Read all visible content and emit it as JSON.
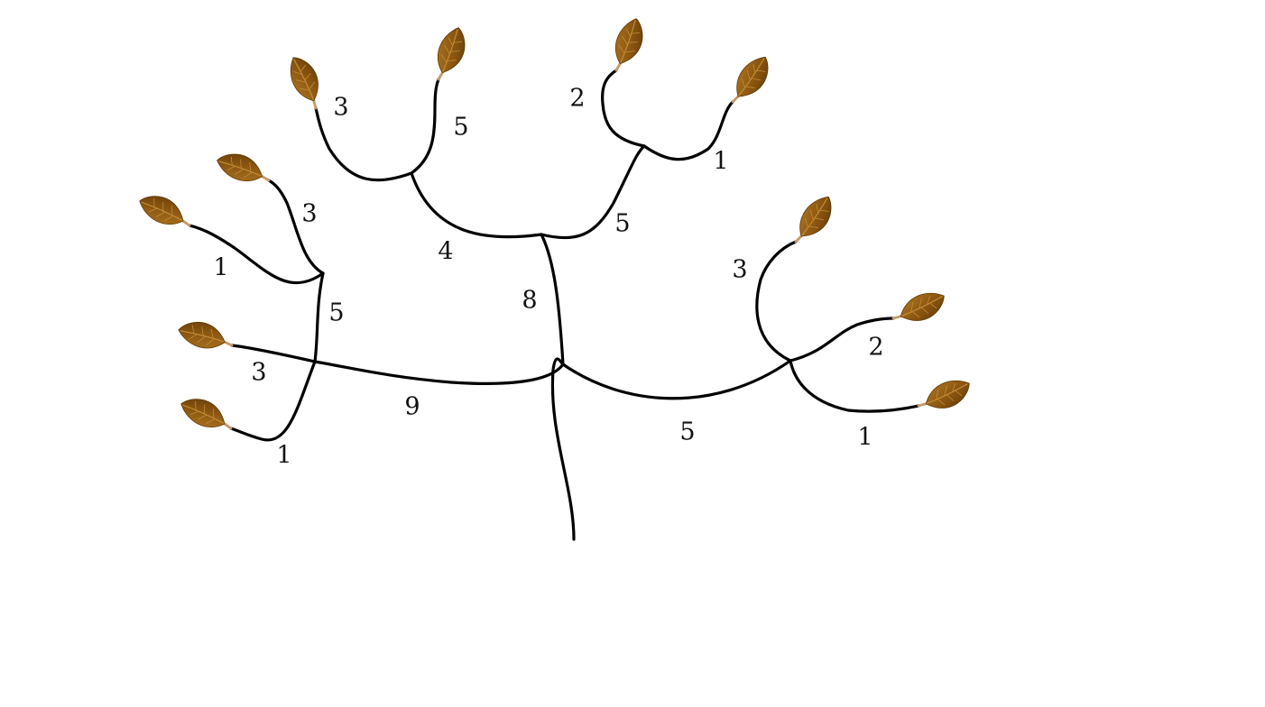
{
  "colors": {
    "branch": "#000000",
    "leaf_light": "#a36a1a",
    "leaf_dark": "#6e4309",
    "leaf_vein": "#c48f3a",
    "stem": "#c49a6c",
    "label": "#111111"
  },
  "icons": {
    "leaf": "leaf-icon"
  },
  "tree": {
    "edge_weights": [
      {
        "id": "trunk-left",
        "label": "9"
      },
      {
        "id": "trunk-up",
        "label": "8"
      },
      {
        "id": "trunk-right",
        "label": "5"
      },
      {
        "id": "left-fork-up",
        "label": "5"
      },
      {
        "id": "left-fork-leaf-a",
        "label": "1"
      },
      {
        "id": "left-fork-leaf-b",
        "label": "3"
      },
      {
        "id": "left-leaf-c",
        "label": "3"
      },
      {
        "id": "left-leaf-d",
        "label": "1"
      },
      {
        "id": "top-left-branch",
        "label": "4"
      },
      {
        "id": "top-left-leaf-a",
        "label": "3"
      },
      {
        "id": "top-left-leaf-b",
        "label": "5"
      },
      {
        "id": "top-right-branch",
        "label": "5"
      },
      {
        "id": "top-right-leaf-a",
        "label": "2"
      },
      {
        "id": "top-right-leaf-b",
        "label": "1"
      },
      {
        "id": "right-leaf-a",
        "label": "3"
      },
      {
        "id": "right-leaf-b",
        "label": "2"
      },
      {
        "id": "right-leaf-c",
        "label": "1"
      }
    ]
  }
}
